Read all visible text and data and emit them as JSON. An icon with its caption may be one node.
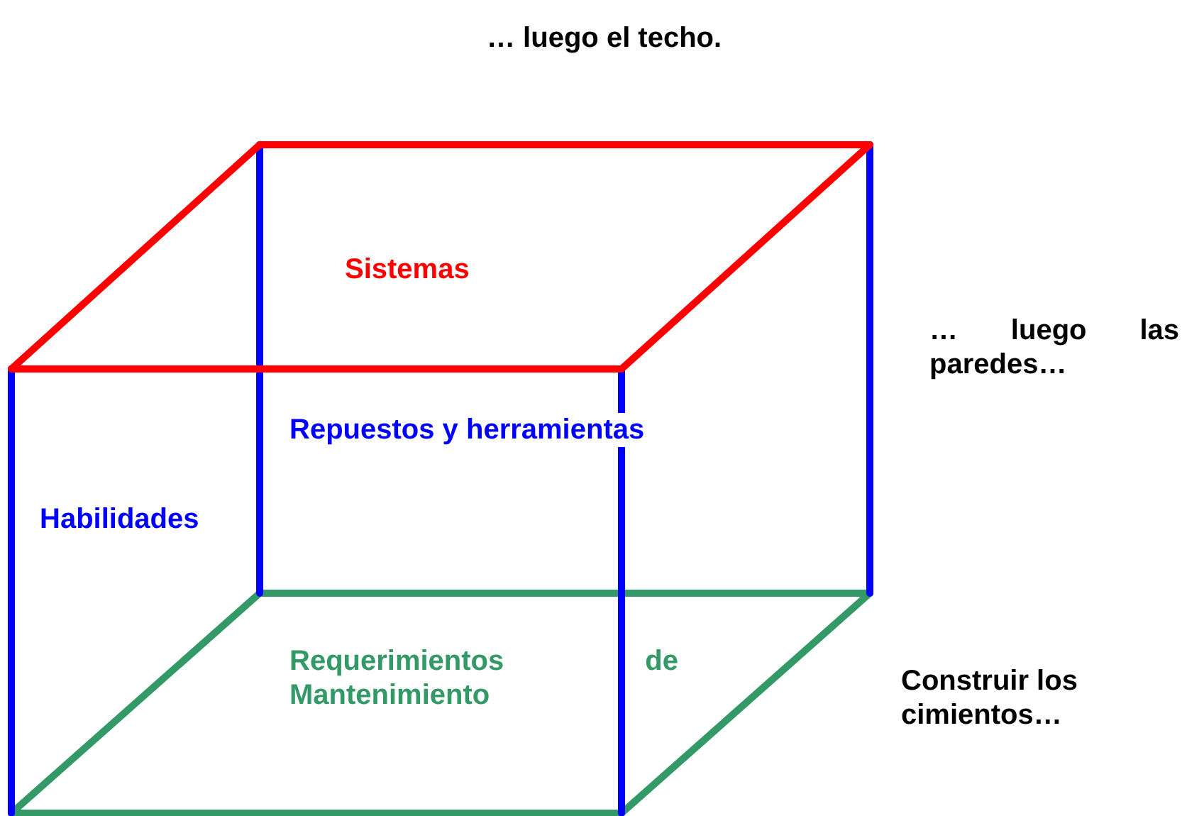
{
  "diagram": {
    "labels": [
      "… luego el techo.",
      "Sistemas",
      "… luego las paredes…",
      "Repuestos y herramientas",
      "Habilidades",
      "Requerimientos de Mantenimiento",
      "Construir los cimientos…"
    ]
  }
}
